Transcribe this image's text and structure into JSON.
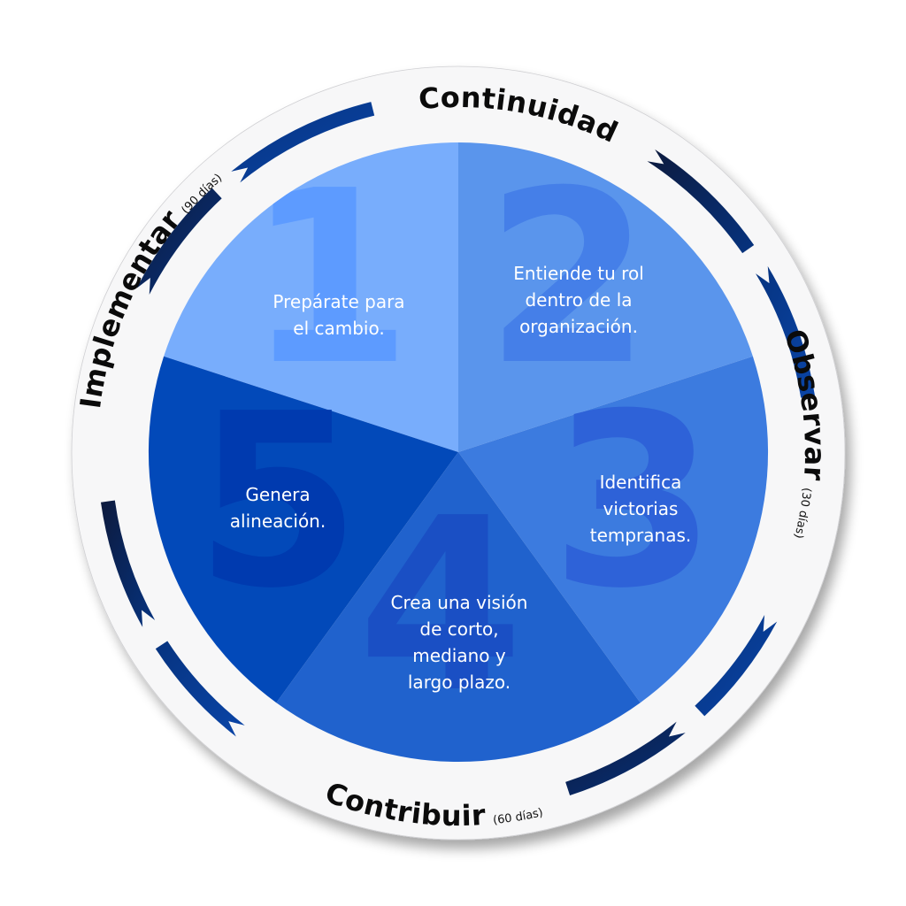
{
  "diagram": {
    "title": "Ciclo de 5 pasos: Continuidad, Observar, Contribuir, Implementar",
    "colors": {
      "background": "#ffffff",
      "outer_ring": "#f7f7f8",
      "arrow_dark": "#0d1a3d",
      "arrow_mid": "#06337f",
      "arrow_light": "#0a45a8",
      "label_text": "#0b0b0b"
    },
    "steps": [
      {
        "number": "1",
        "text_lines": [
          "Prepárate para",
          "el cambio."
        ],
        "color": "#78adfc",
        "number_color": "#5d9bff"
      },
      {
        "number": "2",
        "text_lines": [
          "Entiende tu rol",
          "dentro de la",
          "organización."
        ],
        "color": "#5a95ec",
        "number_color": "#457fe8"
      },
      {
        "number": "3",
        "text_lines": [
          "Identifica",
          "victorias",
          "tempranas."
        ],
        "color": "#3c7bdf",
        "number_color": "#2e62d8"
      },
      {
        "number": "4",
        "text_lines": [
          "Crea una visión",
          "de corto,",
          "mediano y",
          "largo plazo."
        ],
        "color": "#2062cd",
        "number_color": "#1a4fc4"
      },
      {
        "number": "5",
        "text_lines": [
          "Genera",
          "alineación."
        ],
        "color": "#0249b9",
        "number_color": "#003aaf"
      }
    ],
    "ring_labels": [
      {
        "id": "continuidad",
        "label": "Continuidad",
        "sub": ""
      },
      {
        "id": "observar",
        "label": "Observar",
        "sub": "(30 días)"
      },
      {
        "id": "contribuir",
        "label": "Contribuir",
        "sub": "(60 días)"
      },
      {
        "id": "implementar",
        "label": "Implementar",
        "sub": "(90 días)"
      }
    ]
  }
}
